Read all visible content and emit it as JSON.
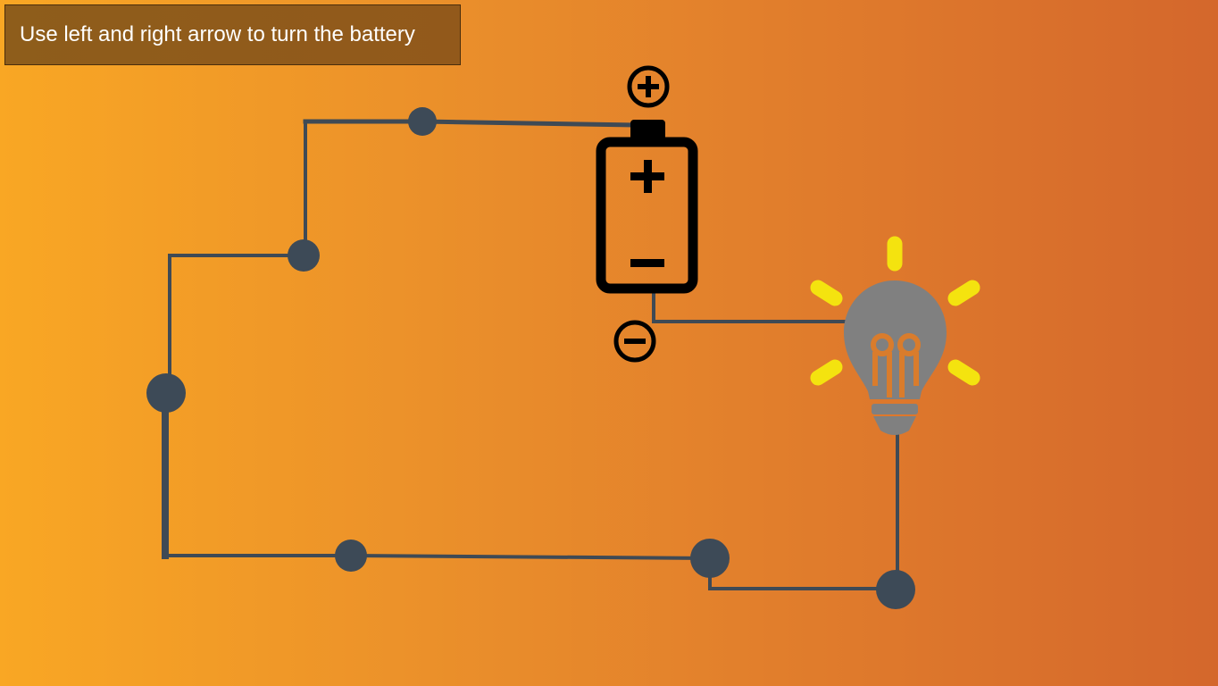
{
  "instruction": {
    "text": "Use left and right arrow to turn the battery"
  },
  "colors": {
    "background_left": "#f9a724",
    "background_right": "#d4672c",
    "instruction_bg": "#8e5d1b",
    "instruction_text": "#ffffff",
    "wire": "#3f4a55",
    "node": "#3d4a57",
    "battery": "#000000",
    "bulb": "#808080",
    "bulb_rays": "#f4e30f"
  },
  "battery": {
    "positive_symbol": "+",
    "negative_symbol": "−",
    "orientation": "positive-up"
  },
  "bulb": {
    "state": "lit"
  },
  "icons": [
    "battery-icon",
    "plus-circle-icon",
    "minus-circle-icon",
    "light-bulb-icon"
  ]
}
